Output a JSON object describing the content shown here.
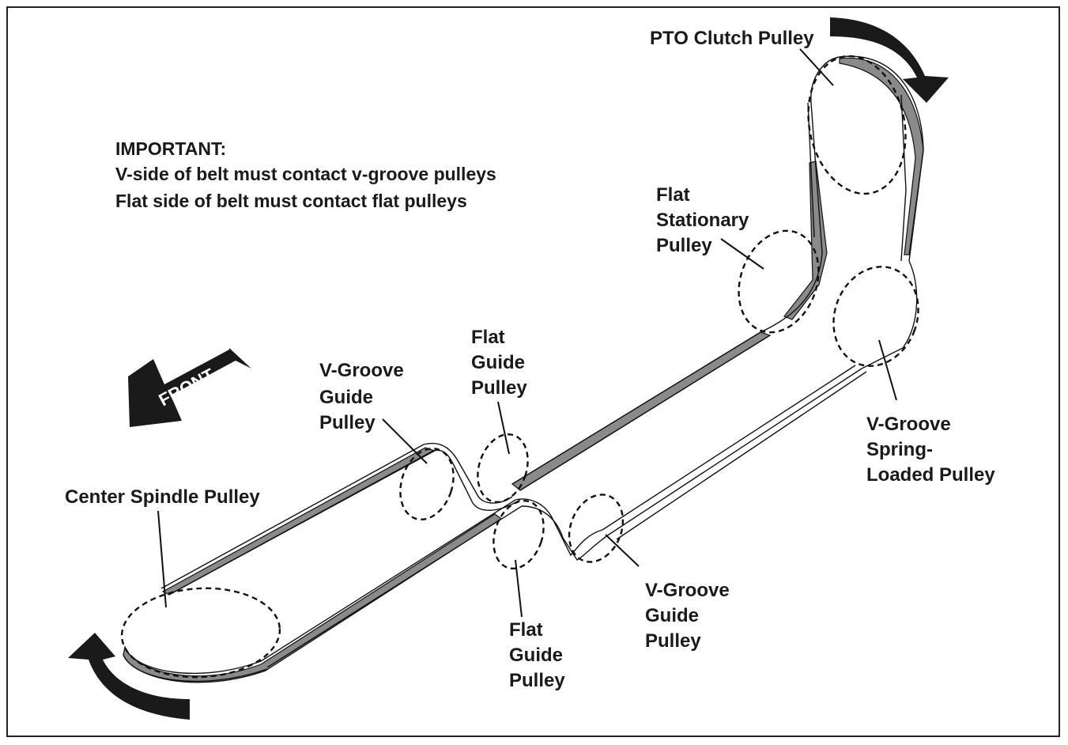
{
  "important": {
    "heading": "IMPORTANT:",
    "line1": "V-side of belt must contact v-groove pulleys",
    "line2": "Flat side of belt must contact flat pulleys"
  },
  "front_arrow": {
    "label": "FRONT"
  },
  "labels": {
    "pto_clutch": "PTO Clutch Pulley",
    "flat_stationary": [
      "Flat",
      "Stationary",
      "Pulley"
    ],
    "vgroove_spring": [
      "V-Groove",
      "Spring-",
      "Loaded Pulley"
    ],
    "vgroove_guide_upper": [
      "V-Groove",
      "Guide",
      "Pulley"
    ],
    "flat_guide_upper": [
      "Flat",
      "Guide",
      "Pulley"
    ],
    "center_spindle": "Center Spindle Pulley",
    "flat_guide_lower": [
      "Flat",
      "Guide",
      "Pulley"
    ],
    "vgroove_guide_lower": [
      "V-Groove",
      "Guide",
      "Pulley"
    ]
  },
  "colors": {
    "belt_shade": "#8a8a8a",
    "ink": "#111111"
  }
}
